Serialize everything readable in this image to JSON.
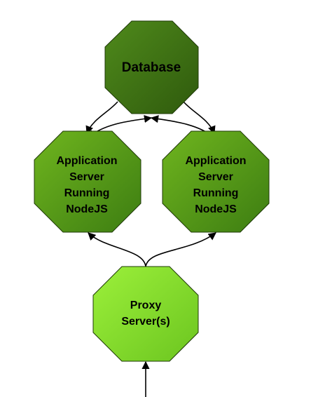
{
  "diagram": {
    "nodes": {
      "database": {
        "lines": [
          "Database"
        ],
        "color_light": "#4f8a1b",
        "color_dark": "#2f5a0d"
      },
      "app_left": {
        "lines": [
          "Application",
          "Server",
          "Running",
          "NodeJS"
        ],
        "color_light": "#6fb51e",
        "color_dark": "#3d7d12"
      },
      "app_right": {
        "lines": [
          "Application",
          "Server",
          "Running",
          "NodeJS"
        ],
        "color_light": "#6fb51e",
        "color_dark": "#3d7d12"
      },
      "proxy": {
        "lines": [
          "Proxy",
          "Server(s)"
        ],
        "color_light": "#9cf03a",
        "color_dark": "#6cc520"
      }
    },
    "edge_color": "#000000",
    "node_border_color": "#1f3a08"
  }
}
